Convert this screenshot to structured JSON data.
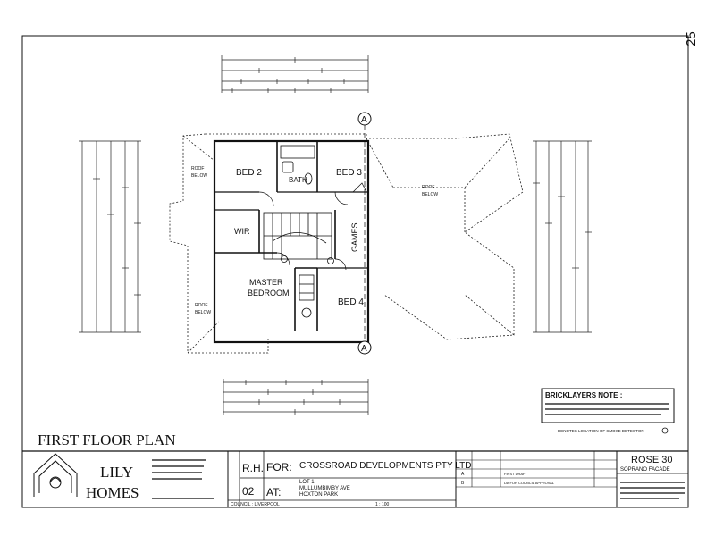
{
  "page_number": "25",
  "plan": {
    "title": "FIRST FLOOR PLAN",
    "section_marker": "A",
    "rooms": {
      "bed2": "BED 2",
      "bed3": "BED 3",
      "bed4": "BED 4",
      "bath": "BATH",
      "wir": "WIR",
      "master_line1": "MASTER",
      "master_line2": "BEDROOM",
      "games": "GAMES"
    },
    "roof_below": {
      "line1": "ROOF",
      "line2": "BELOW"
    }
  },
  "notes": {
    "bricklayers_title": "BRICKLAYERS NOTE :",
    "smoke_detector": "DENOTES LOCATION OF SMOKE DETECTOR"
  },
  "title_block": {
    "logo_line1": "LILY",
    "logo_line2": "HOMES",
    "initials": "R.H.",
    "drawing_no": "02",
    "for_label": "FOR:",
    "client": "CROSSROAD DEVELOPMENTS PTY LTD",
    "at_label": "AT:",
    "address_line1": "LOT 1",
    "address_line2": "MULLUMBIMBY AVE",
    "address_line3": "HOXTON PARK",
    "council": "COUNCIL : LIVERPOOL",
    "scale": "1 : 100",
    "revisions": [
      {
        "rev": "A",
        "desc": "FIRST DRAFT"
      },
      {
        "rev": "B",
        "desc": "DA FOR COUNCIL APPROVAL"
      }
    ],
    "design_name": "ROSE 30",
    "facade": "SOPRANO FACADE"
  }
}
